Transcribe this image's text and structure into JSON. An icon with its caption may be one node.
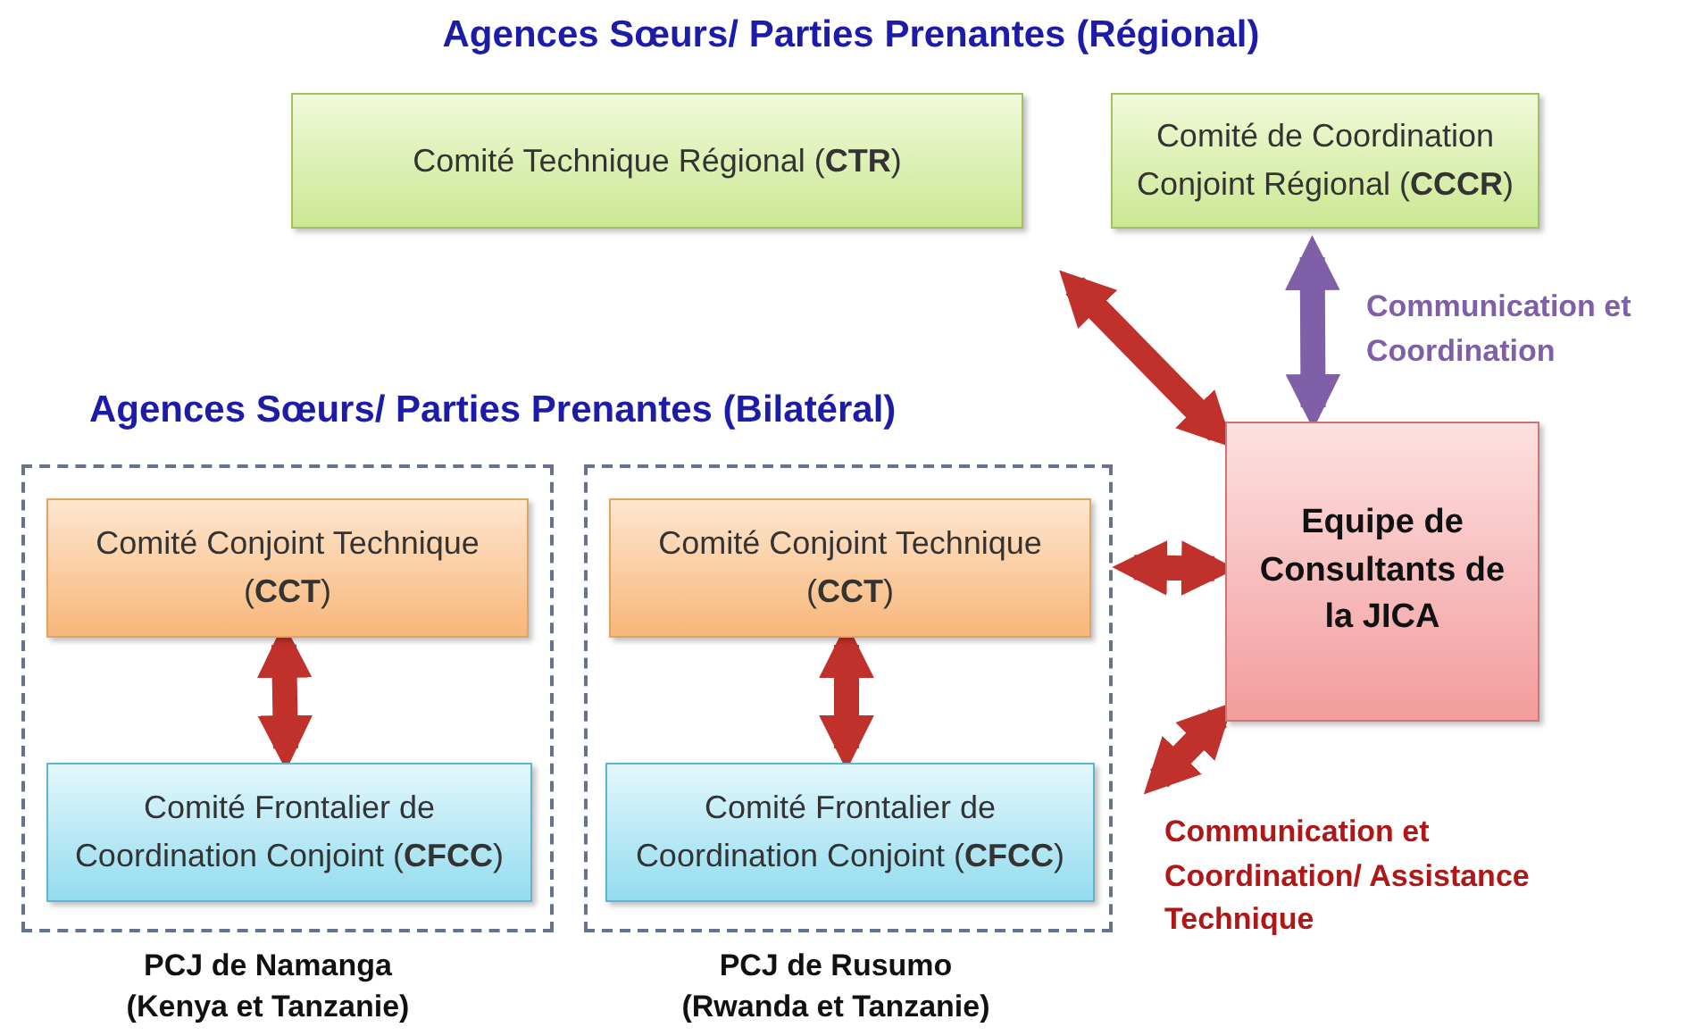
{
  "diagram": {
    "title": "Agences Sœurs/ Parties Prenantes (Régional)",
    "nodes": [
      {
        "text": [
          "Comité Technique Régional (**CTR**)"
        ]
      },
      {
        "text": [
          "Comité de Coordination Conjoint Régional (**CCCR**)"
        ]
      },
      {
        "text": [],
        "shape": "box",
        "beside": [
          "PCJ de Namanga (Kenya et Tanzanie)"
        ]
      },
      {
        "text": [
          "Comité Conjoint Technique (**CCT**)"
        ],
        "in": 2
      },
      {
        "text": [
          "Comité Frontalier de Coordination Conjoint (**CFCC**)"
        ],
        "in": 2
      },
      {
        "text": [],
        "shape": "box",
        "beside": [
          "PCJ de Rusumo (Rwanda et Tanzanie)"
        ]
      },
      {
        "text": [
          "Comité Conjoint Technique (**CCT**)"
        ],
        "in": 5
      },
      {
        "text": [
          "Comité Frontalier de Coordination Conjoint (**CFCC**)"
        ],
        "in": 5
      },
      {
        "text": [
          "Equipe de Consultants de la JICA"
        ]
      }
    ],
    "edges": [
      {
        "from": 0,
        "to": 8,
        "arrow": "both"
      },
      {
        "from": 1,
        "to": 8,
        "arrow": "both",
        "color": "#7e5fa8",
        "label": "Communication et Coordination"
      },
      {
        "from": 3,
        "to": 4,
        "arrow": "both"
      },
      {
        "from": 6,
        "to": 7,
        "arrow": "both"
      },
      {
        "from": 5,
        "to": 8,
        "arrow": "both"
      },
      {
        "from": 7,
        "to": 8,
        "arrow": "both",
        "label": "Communication et Coordination/ Assistance Technique"
      }
    ],
    "labels": [
      "Agences Sœurs/ Parties Prenantes (Bilatéral)"
    ]
  }
}
